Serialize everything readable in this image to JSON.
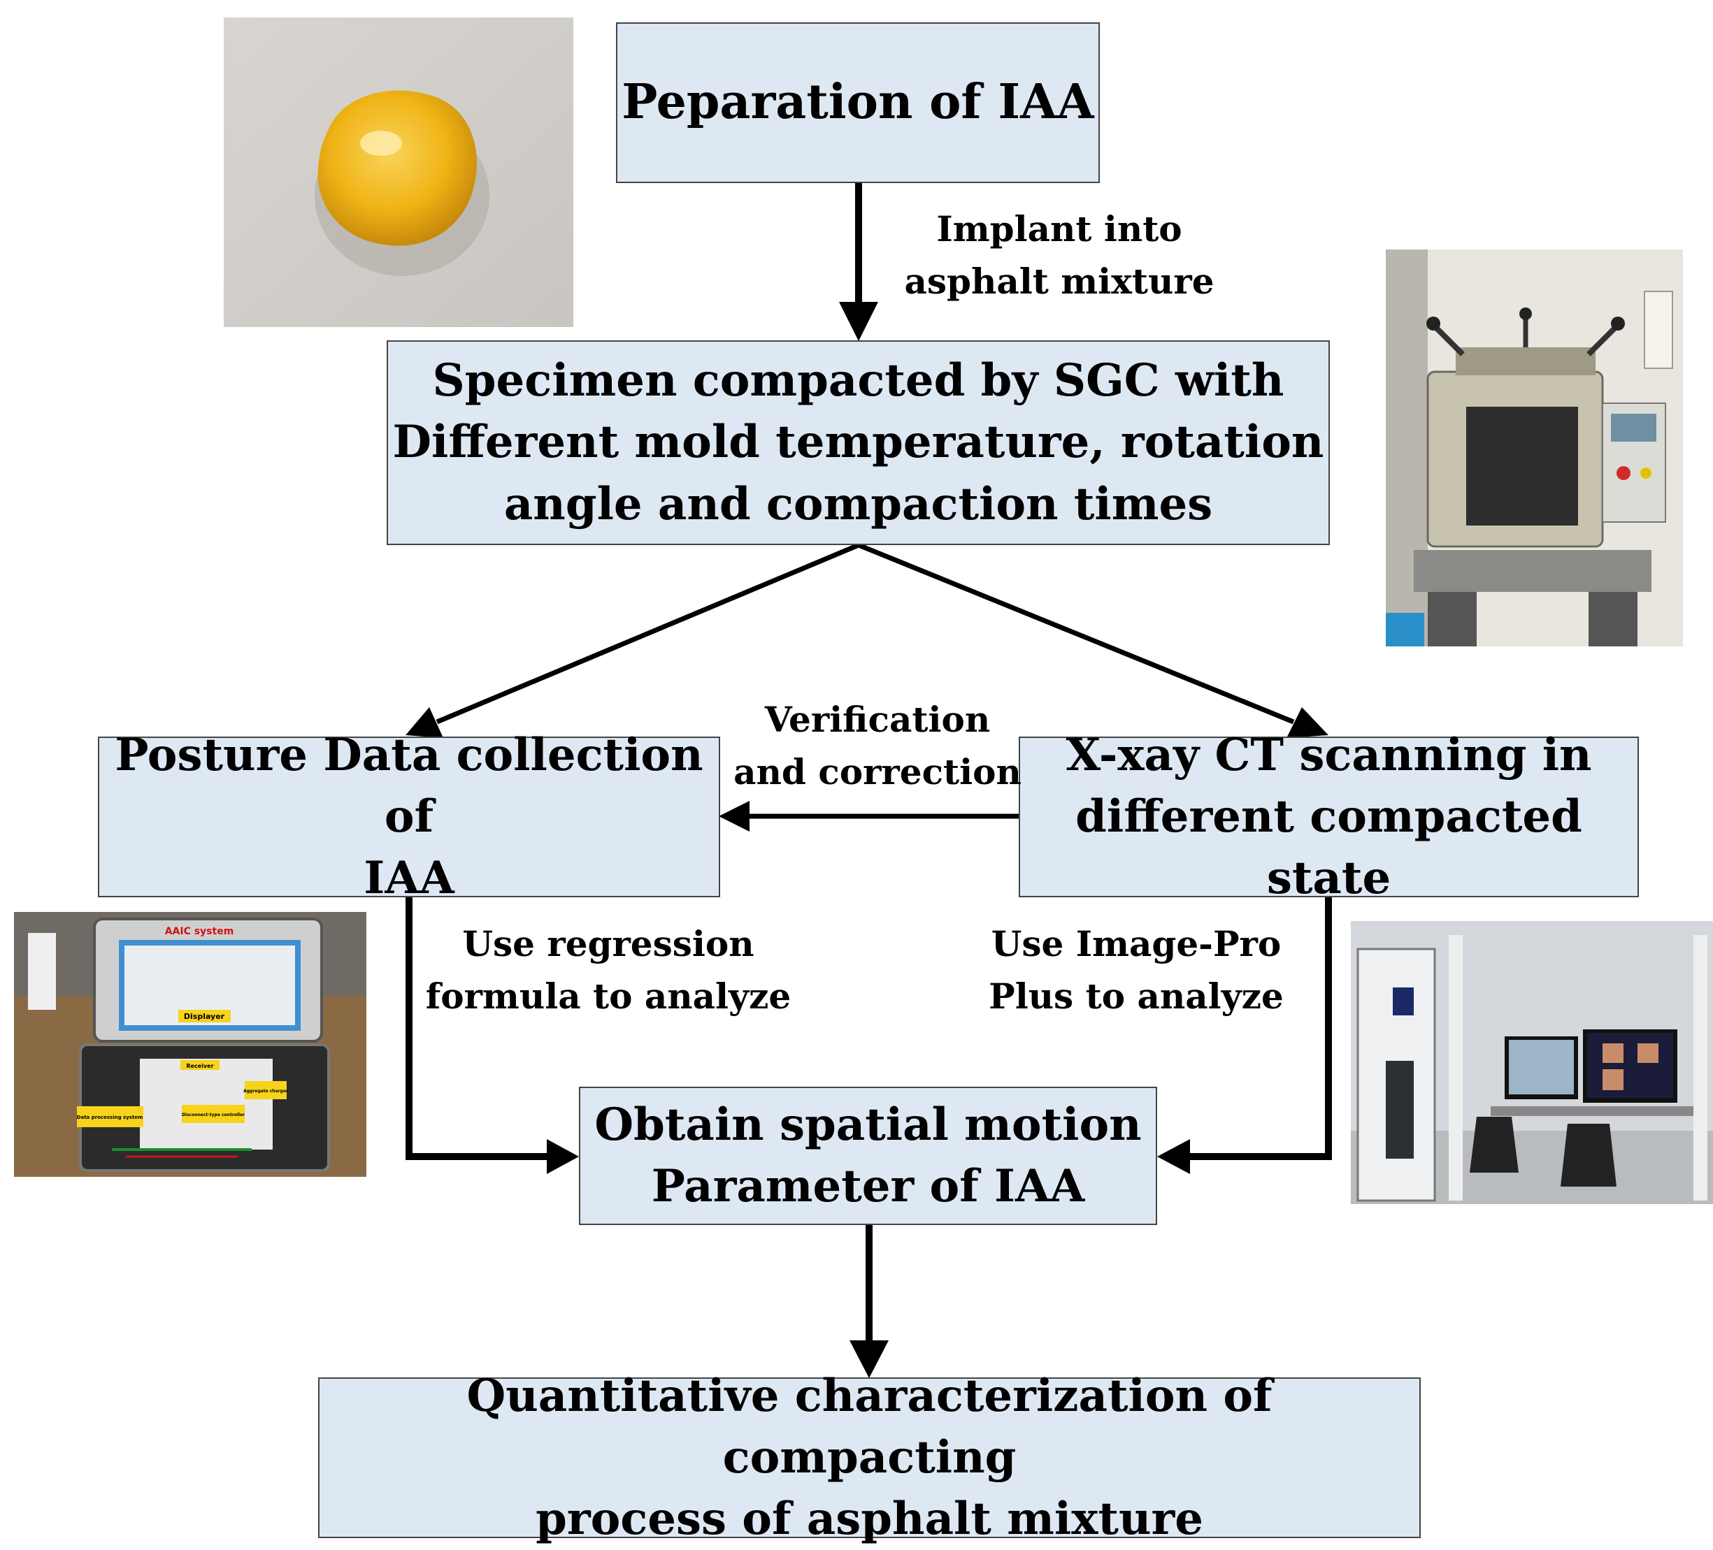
{
  "nodes": {
    "preparation": {
      "lines": [
        "Peparation of IAA"
      ]
    },
    "specimen": {
      "lines": [
        "Specimen compacted by SGC with",
        "Different mold temperature, rotation",
        "angle and compaction times"
      ]
    },
    "posture": {
      "lines": [
        "Posture Data collection of",
        "IAA"
      ]
    },
    "ctscan": {
      "lines": [
        "X-xay CT scanning in",
        "different compacted state"
      ]
    },
    "obtain": {
      "lines": [
        "Obtain  spatial motion",
        "Parameter of IAA"
      ]
    },
    "quantitative": {
      "lines": [
        "Quantitative characterization  of compacting",
        "process of asphalt mixture"
      ]
    }
  },
  "edge_labels": {
    "implant": {
      "lines": [
        "Implant into",
        "asphalt mixture"
      ]
    },
    "verification": {
      "lines": [
        "Verification",
        "and correction"
      ]
    },
    "regression": {
      "lines": [
        "Use regression",
        "formula to analyze"
      ]
    },
    "imagepro": {
      "lines": [
        "Use Image-Pro",
        "Plus to analyze"
      ]
    }
  },
  "photo_text": {
    "system_title": "AAIC system",
    "displayer": "Displayer",
    "receiver": "Receiver",
    "aggregate_charger": "Aggregate charger",
    "data_processing": "Data processing system",
    "disconnect_controller": "Disconnect-type controller"
  },
  "colors": {
    "box_fill": "#dde8f3",
    "box_border": "#444444",
    "arrow": "#000000",
    "aggregate_yellow": "#f2b818",
    "tag_yellow": "#f7d31c"
  }
}
